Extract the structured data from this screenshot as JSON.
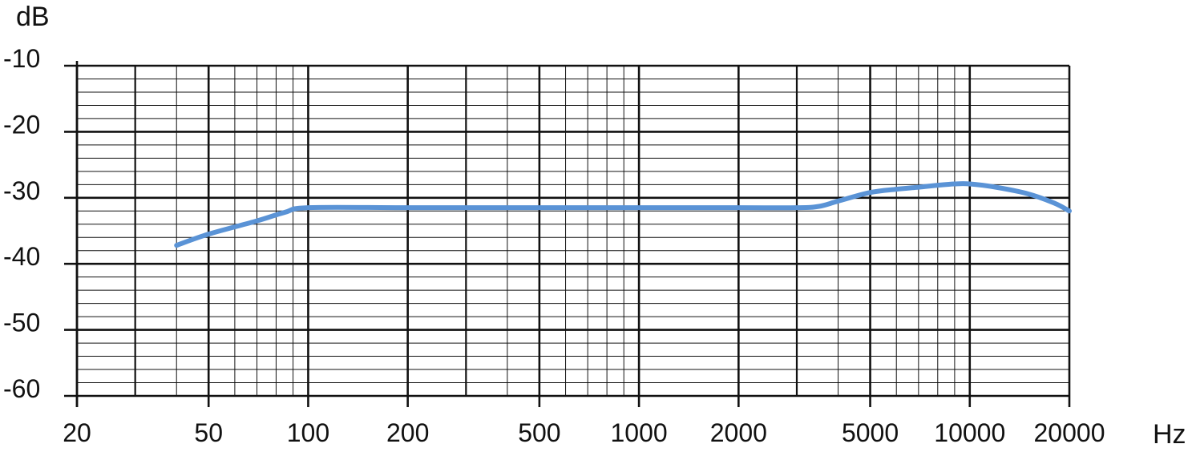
{
  "chart_data": {
    "type": "line",
    "title": "",
    "xlabel": "Hz",
    "ylabel": "dB",
    "x_scale": "log",
    "xlim": [
      20,
      20000
    ],
    "ylim": [
      -60,
      -10
    ],
    "x_ticks": [
      20,
      50,
      100,
      200,
      500,
      1000,
      2000,
      5000,
      10000,
      20000
    ],
    "x_tick_labels": [
      "20",
      "50",
      "100",
      "200",
      "500",
      "1000",
      "2000",
      "5000",
      "10000",
      "20000"
    ],
    "y_ticks": [
      -10,
      -20,
      -30,
      -40,
      -50,
      -60
    ],
    "y_tick_labels": [
      "-10",
      "-20",
      "-30",
      "-40",
      "-50",
      "-60"
    ],
    "grid": true,
    "legend": "none",
    "line_color": "#5a93d6",
    "grid_color": "#111111",
    "series": [
      {
        "x": [
          40,
          50,
          70,
          85,
          100,
          200,
          500,
          1000,
          2000,
          3000,
          3500,
          4000,
          5000,
          6000,
          7000,
          8000,
          9000,
          10000,
          12000,
          15000,
          18000,
          20000
        ],
        "y": [
          -37.2,
          -35.5,
          -33.5,
          -32.2,
          -31.5,
          -31.5,
          -31.5,
          -31.5,
          -31.5,
          -31.5,
          -31.3,
          -30.5,
          -29.2,
          -28.7,
          -28.4,
          -28.1,
          -27.9,
          -27.9,
          -28.4,
          -29.4,
          -30.8,
          -32.0
        ]
      }
    ]
  }
}
